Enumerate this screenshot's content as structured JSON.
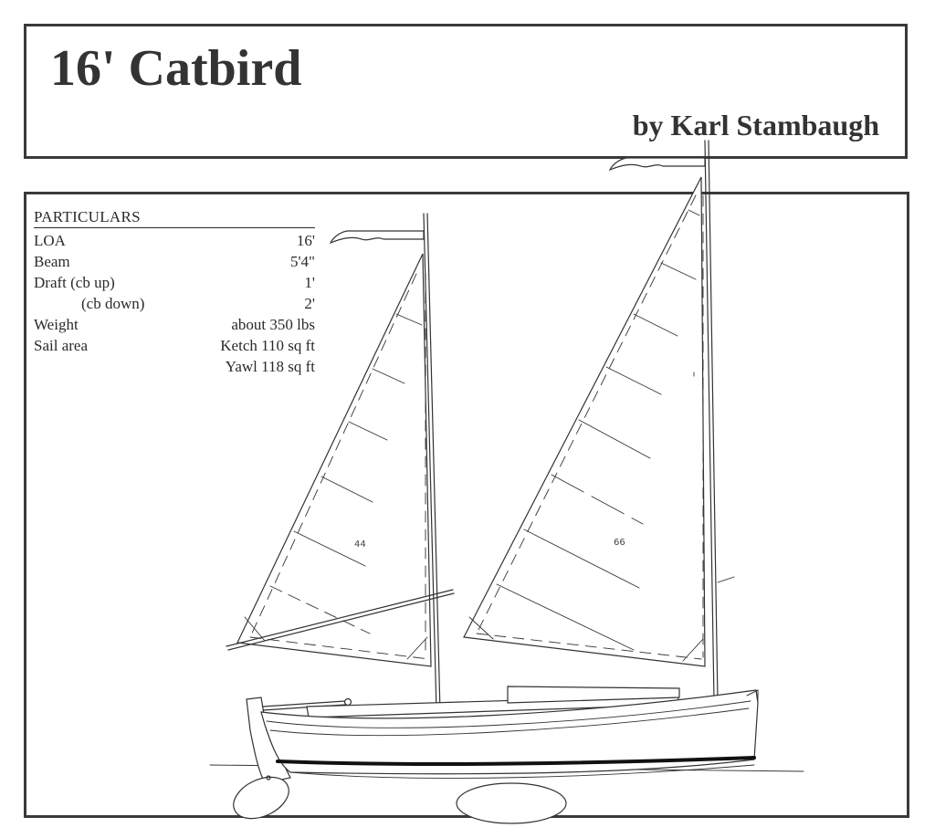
{
  "header": {
    "title": "16' Catbird",
    "byline": "by Karl Stambaugh"
  },
  "particulars": {
    "heading": "PARTICULARS",
    "rows": [
      {
        "label": "LOA",
        "value": "16'"
      },
      {
        "label": "Beam",
        "value": "5'4\""
      },
      {
        "label": "Draft (cb up)",
        "value": "1'"
      },
      {
        "label": "(cb down)",
        "value": "2'"
      },
      {
        "label": "Weight",
        "value": "about 350 lbs"
      },
      {
        "label": "Sail area",
        "value": "Ketch 110 sq ft"
      },
      {
        "label": "",
        "value": "Yawl 118 sq ft"
      }
    ]
  },
  "drawing": {
    "mizzen_sail_number": "44",
    "main_sail_number": "66"
  }
}
